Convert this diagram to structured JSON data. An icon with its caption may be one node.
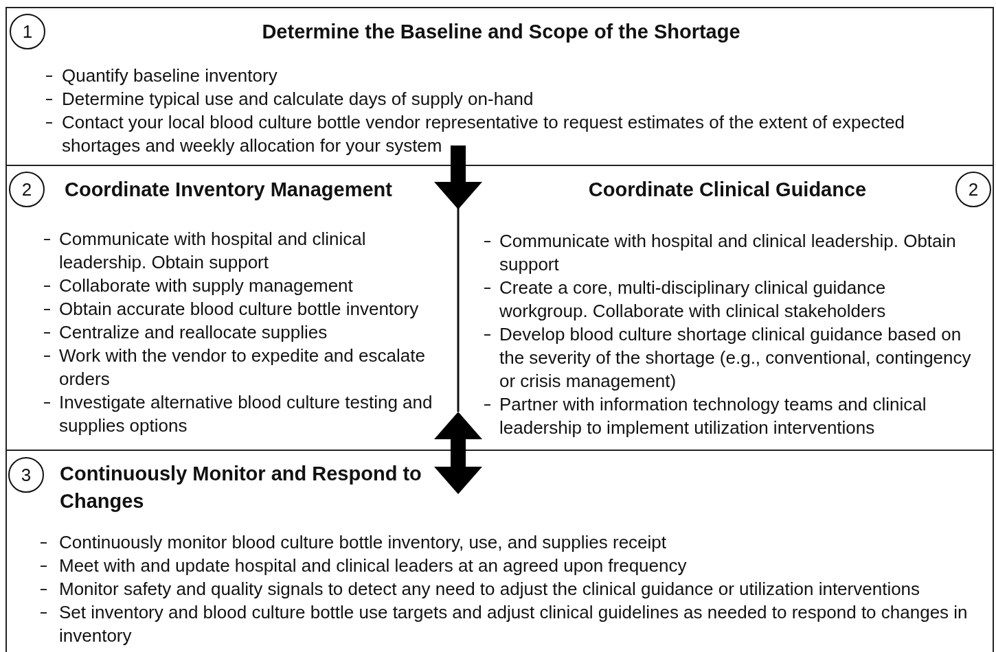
{
  "diagram": {
    "nodes": [
      {
        "text": [
          "Determine the Baseline and Scope of the Shortage",
          "Quantify baseline inventory",
          "Determine typical use and calculate days of supply on-hand",
          "Contact your local blood culture bottle vendor representative to request estimates of the extent of expected shortages and weekly allocation for your system"
        ]
      },
      {
        "text": [
          "1"
        ],
        "in": 0
      },
      {
        "text": [],
        "shape": "box"
      },
      {
        "text": [
          "Coordinate Inventory Management",
          "Communicate with hospital and clinical leadership. Obtain support",
          "Collaborate with supply management",
          "Obtain accurate blood culture bottle inventory",
          "Centralize and reallocate supplies",
          "Work with the vendor to expedite and escalate orders",
          "Investigate alternative blood culture testing and supplies options"
        ],
        "in": 2
      },
      {
        "text": [
          "2"
        ],
        "in": 3
      },
      {
        "text": [
          "Coordinate Clinical Guidance",
          "Communicate with hospital and clinical leadership. Obtain support",
          "Create a core, multi-disciplinary clinical guidance workgroup. Collaborate with clinical stakeholders",
          "Develop blood culture shortage clinical guidance based on the severity of the shortage (e.g., conventional, contingency or crisis management)",
          "Partner with information technology teams and clinical leadership to implement utilization interventions"
        ],
        "in": 2
      },
      {
        "text": [
          "2"
        ],
        "in": 5
      },
      {
        "text": [
          "Continuously Monitor and Respond to Changes",
          "Continuously monitor blood culture bottle inventory, use, and supplies receipt",
          "Meet with and update hospital and clinical leaders at an agreed upon frequency",
          "Monitor safety and quality signals to detect any need to adjust the clinical guidance or utilization interventions",
          "Set inventory and blood culture bottle use targets and adjust clinical guidelines as needed to respond to changes in inventory"
        ]
      },
      {
        "text": [
          "3"
        ],
        "in": 7
      }
    ],
    "edges": [
      {
        "from": 0,
        "to": 2,
        "arrow": "to"
      },
      {
        "from": 2,
        "to": 7,
        "arrow": "both"
      }
    ]
  }
}
